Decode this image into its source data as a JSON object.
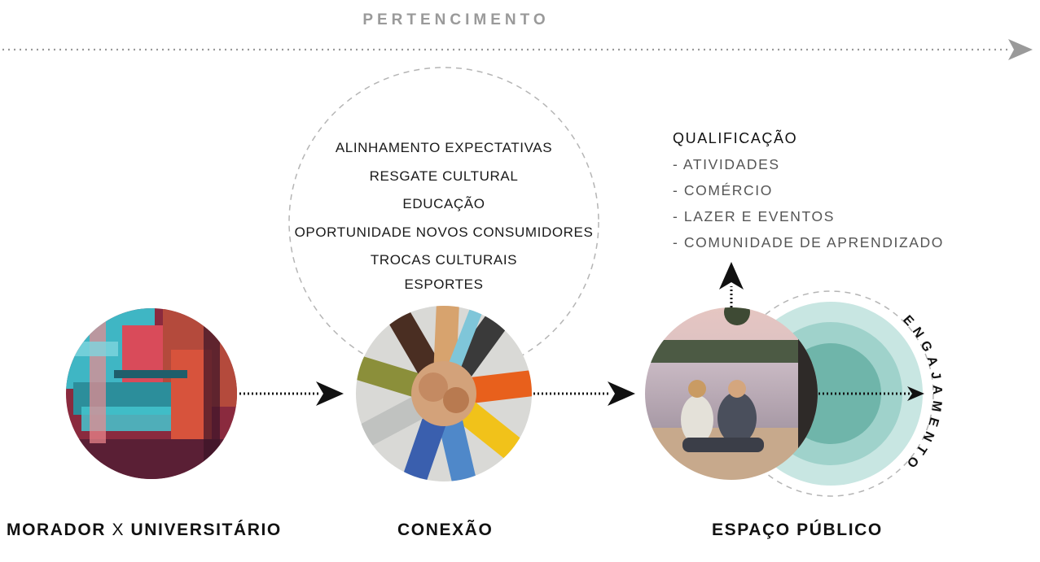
{
  "top_label": "PERTENCIMENTO",
  "topics": [
    "ALINHAMENTO EXPECTATIVAS",
    "RESGATE CULTURAL",
    "EDUCAÇÃO",
    "OPORTUNIDADE NOVOS CONSUMIDORES",
    "TROCAS CULTURAIS",
    "ESPORTES"
  ],
  "qualification": {
    "title": "QUALIFICAÇÃO",
    "items": [
      "- ATIVIDADES",
      "- COMÉRCIO",
      "- LAZER E EVENTOS",
      "- COMUNIDADE DE APRENDIZADO"
    ]
  },
  "engagement_label": "ENGAJAMENTO",
  "stages": {
    "morador": "MORADOR",
    "x": "X",
    "universitario": "UNIVERSITÁRIO",
    "conexao": "CONEXÃO",
    "espaco": "ESPAÇO PÚBLICO"
  },
  "colors": {
    "teal_light": "#c8e6e2",
    "teal_mid": "#9fd2cb",
    "teal_dark": "#6fb5aa",
    "arrow_gray": "#9a9a9a",
    "dashed_gray": "#b5b5b5"
  },
  "icons": {
    "flow_arrow": "arrow-right-icon",
    "up_arrow": "arrow-up-icon"
  }
}
